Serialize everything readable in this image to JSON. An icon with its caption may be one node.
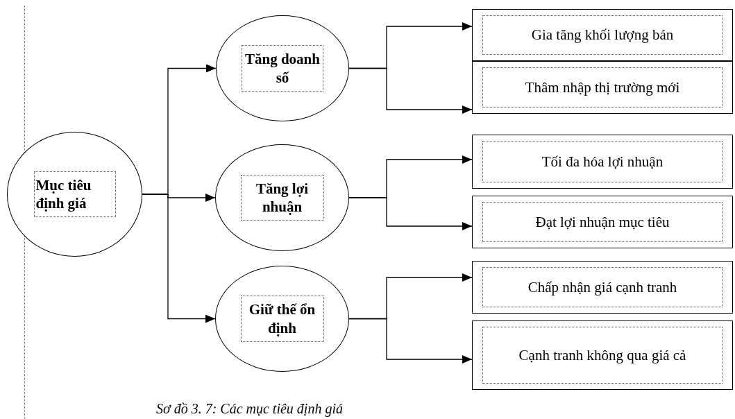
{
  "diagram": {
    "caption": "Sơ đồ 3. 7: Các mục tiêu định giá",
    "nodes": [
      {
        "text": [
          "Mục tiêu định giá"
        ]
      },
      {
        "text": [
          "Tăng doanh số"
        ]
      },
      {
        "text": [
          "Tăng lợi nhuận"
        ]
      },
      {
        "text": [
          "Giữ thế ổn định"
        ]
      },
      {
        "text": [
          "Gia tăng khối lượng bán"
        ]
      },
      {
        "text": [
          "Thâm nhập thị trường mới"
        ]
      },
      {
        "text": [
          "Tối đa hóa lợi nhuận"
        ]
      },
      {
        "text": [
          "Đạt lợi nhuận mục tiêu"
        ]
      },
      {
        "text": [
          "Chấp nhận giá cạnh tranh"
        ]
      },
      {
        "text": [
          "Cạnh tranh không qua giá cả"
        ]
      }
    ],
    "edges": [
      {
        "from": 0,
        "to": 1,
        "arrow": "to"
      },
      {
        "from": 0,
        "to": 2,
        "arrow": "to"
      },
      {
        "from": 0,
        "to": 3,
        "arrow": "to"
      },
      {
        "from": 1,
        "to": 4,
        "arrow": "to"
      },
      {
        "from": 1,
        "to": 5,
        "arrow": "to"
      },
      {
        "from": 2,
        "to": 6,
        "arrow": "to"
      },
      {
        "from": 2,
        "to": 7,
        "arrow": "to"
      },
      {
        "from": 3,
        "to": 8,
        "arrow": "to"
      },
      {
        "from": 3,
        "to": 9,
        "arrow": "to"
      }
    ]
  }
}
